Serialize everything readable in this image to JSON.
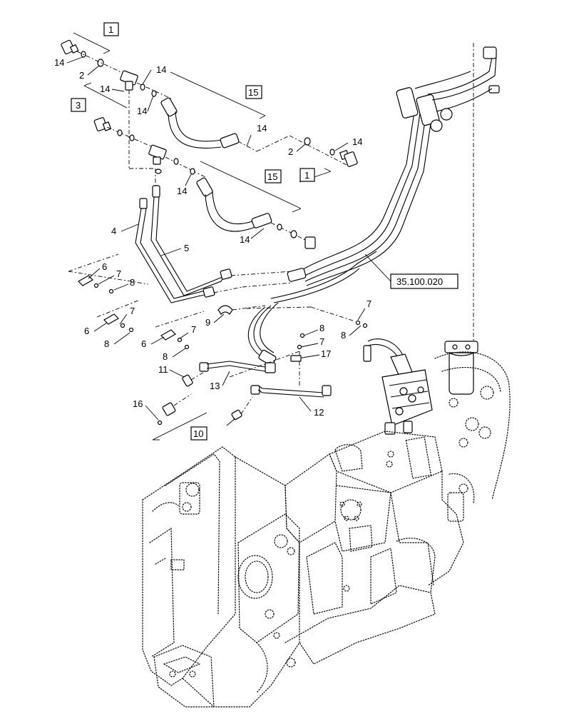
{
  "diagram": {
    "callouts": {
      "c1a": "14",
      "c2a": "2",
      "c14b": "14",
      "c14c": "14",
      "c14d": "14",
      "c14e": "14",
      "c2b": "2",
      "c14f": "14",
      "c14g": "14",
      "c14h": "14",
      "c4": "4",
      "c5": "5",
      "c6a": "6",
      "c7a": "7",
      "c8a": "8",
      "c7b": "7",
      "c6b": "6",
      "c8b": "8",
      "c9": "9",
      "c7c": "7",
      "c6c": "6",
      "c8c": "8",
      "c11": "11",
      "c13": "13",
      "c16": "16",
      "c12": "12",
      "c7d": "7",
      "c8d": "8",
      "c8e": "8",
      "c7e": "7",
      "c17": "17"
    },
    "boxes": {
      "b1a": "1",
      "b3": "3",
      "b15a": "15",
      "b1b": "1",
      "b15b": "15",
      "b10": "10",
      "ref": "35.100.020"
    }
  }
}
